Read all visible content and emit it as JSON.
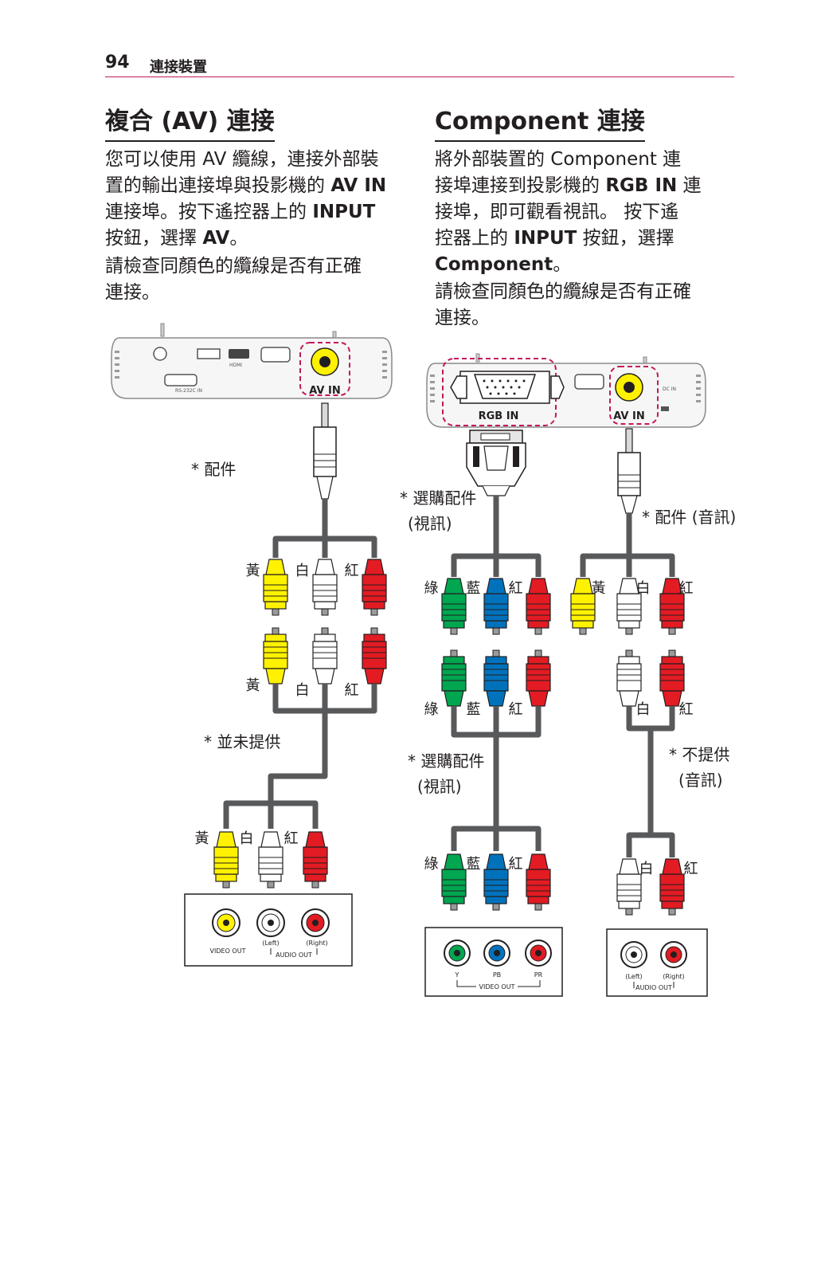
{
  "header": {
    "page_number": "94",
    "section": "連接裝置"
  },
  "left": {
    "title": "複合 (AV) 連接",
    "p1": [
      "您可以使用 AV 纜線，連接外部裝",
      "置的輸出連接埠與投影機的 ",
      "AV IN",
      "連接埠。按下遙控器上的 ",
      "INPUT",
      "按鈕，選擇 ",
      "AV",
      "。"
    ],
    "p2": [
      "請檢查同顏色的纜線是否有正確",
      "連接。"
    ],
    "note_accessory": "* 配件",
    "note_not_provided": "* 並未提供",
    "port_av_in": "AV IN",
    "port_rs232c": "RS-232C IN",
    "port_hdmi": "HDMI",
    "colors": [
      "黃",
      "白",
      "紅"
    ],
    "video_out": "VIDEO OUT",
    "left_label": "(Left)",
    "right_label": "(Right)",
    "audio_out": "AUDIO OUT"
  },
  "right": {
    "title": "Component 連接",
    "p1": [
      "將外部裝置的 Component 連",
      "接埠連接到投影機的 ",
      "RGB IN",
      " 連",
      "接埠，即可觀看視訊。 按下遙",
      "控器上的 ",
      "INPUT",
      " 按鈕，選擇",
      "Component",
      "。"
    ],
    "p2": [
      "請檢查同顏色的纜線是否有正確",
      "連接。"
    ],
    "note_optional_video": "* 選購配件",
    "note_video_paren": "(視訊)",
    "note_accessory_audio": "* 配件 (音訊)",
    "note_optional_video2": "* 選購配件",
    "note_video_paren2": "(視訊)",
    "note_not_provided": "* 不提供",
    "note_audio_paren": "(音訊)",
    "port_rgb_in": "RGB IN",
    "port_av_in": "AV IN",
    "port_dc_in": "DC IN",
    "component_colors": [
      "綠",
      "藍",
      "紅"
    ],
    "audio_colors": [
      "黃",
      "白",
      "紅"
    ],
    "audio_colors2": [
      "白",
      "紅"
    ],
    "y_label": "Y",
    "pb_label": "PB",
    "pr_label": "PR",
    "video_out": "VIDEO OUT",
    "left_label": "(Left)",
    "right_label": "(Right)",
    "audio_out": "AUDIO OUT"
  },
  "colors": {
    "yellow": "#fff200",
    "white": "#ffffff",
    "red": "#e31b23",
    "green": "#00a650",
    "blue": "#0072bc",
    "cable": "#58595b",
    "dash": "#c2185b"
  }
}
